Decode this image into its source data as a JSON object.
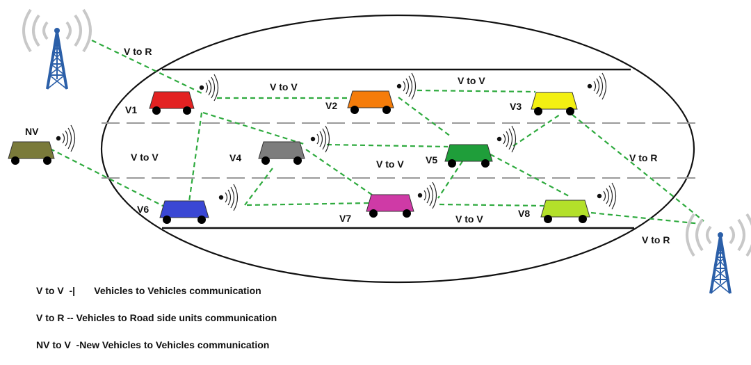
{
  "colors": {
    "link": "#2eaa3e",
    "lane_line": "#9a9a9a",
    "tower": "#2b5fa8"
  },
  "vehicles": [
    {
      "id": "v1",
      "label": "V1",
      "color": "#e32222"
    },
    {
      "id": "v2",
      "label": "V2",
      "color": "#f57c0a"
    },
    {
      "id": "v3",
      "label": "V3",
      "color": "#f3f012"
    },
    {
      "id": "v4",
      "label": "V4",
      "color": "#7d7d7d"
    },
    {
      "id": "v5",
      "label": "V5",
      "color": "#1f9e3a"
    },
    {
      "id": "v6",
      "label": "V6",
      "color": "#3a47d4"
    },
    {
      "id": "v7",
      "label": "V7",
      "color": "#cf3aa6"
    },
    {
      "id": "v8",
      "label": "V8",
      "color": "#b3e02a"
    },
    {
      "id": "nv",
      "label": "NV",
      "color": "#7a7a3a"
    }
  ],
  "link_labels": {
    "v2r_top": "V to R",
    "v2v_top1": "V to V",
    "v2v_top2": "V to V",
    "v2v_left": "V to V",
    "v2v_mid": "V to V",
    "v2v_bottom": "V to V",
    "v2r_right1": "V to R",
    "v2r_right2": "V to R"
  },
  "legend": {
    "row1": "V to V  -|       Vehicles to Vehicles communication",
    "row2": "V to R -- Vehicles to Road side units communication",
    "row3": "NV to V  -New Vehicles to Vehicles communication"
  }
}
